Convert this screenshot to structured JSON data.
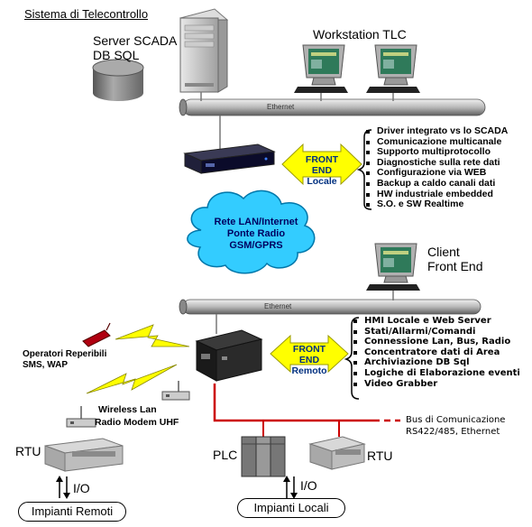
{
  "title": "Sistema di Telecontrollo",
  "server_label": [
    "Server SCADA",
    "DB SQL"
  ],
  "workstation_label": "Workstation TLC",
  "ethernet_label": "Ethernet",
  "front_end_locale": [
    "FRONT",
    "END Locale"
  ],
  "front_end_locale_features": [
    "Driver integrato vs lo SCADA",
    "Comunicazione multicanale",
    "Supporto multiprotocollo",
    "Diagnostiche sulla rete dati",
    "Configurazione via WEB",
    "Backup a caldo canali dati",
    "HW industriale embedded",
    "S.O. e SW Realtime"
  ],
  "cloud_label": [
    "Rete LAN/Internet",
    "Ponte Radio",
    "GSM/GPRS"
  ],
  "client_label": [
    "Client",
    "Front End"
  ],
  "front_end_remoto": [
    "FRONT",
    "END Remoto"
  ],
  "front_end_remoto_features": [
    "HMI Locale e Web Server",
    "Stati/Allarmi/Comandi",
    "Connessione Lan, Bus, Radio",
    "Concentratore dati di Area",
    "Archiviazione DB Sql",
    "Logiche di Elaborazione eventi",
    "Video Grabber"
  ],
  "operatori_label": [
    "Operatori Reperibili",
    "SMS, WAP"
  ],
  "wireless_label": [
    "Wireless Lan",
    "Radio Modem UHF"
  ],
  "bus_label": [
    "Bus di Comunicazione",
    "RS422/485, Ethernet"
  ],
  "rtu_label": "RTU",
  "plc_label": "PLC",
  "io_label": "I/O",
  "impianti_remoti": "Impianti Remoti",
  "impianti_locali": "Impianti Locali",
  "colors": {
    "arrow_fill": "#ffff00",
    "arrow_text": "#003080",
    "cloud_fill": "#33ccff",
    "bus_line": "#cc0000",
    "lightning": "#ffff00"
  }
}
